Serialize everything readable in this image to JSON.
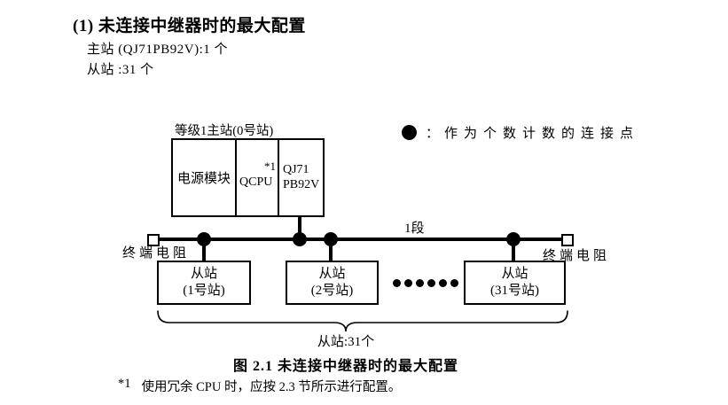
{
  "header": {
    "title": "(1) 未连接中继器时的最大配置",
    "master_line": "主站 (QJ71PB92V):1 个",
    "slave_line": "从站 :31 个"
  },
  "figure": {
    "master_station": {
      "label": "等级1主站(0号站)",
      "power_module": "电源模块",
      "cpu": "QCPU",
      "cpu_footnote_ref": "*1",
      "pb_module_line1": "QJ71",
      "pb_module_line2": "PB92V"
    },
    "legend": {
      "symbol_name": "connection-point-dot",
      "separator": "：",
      "text": "作为个数计数的连接点"
    },
    "bus": {
      "segment_label": "1段",
      "terminator_left_label": "终端电阻",
      "terminator_right_label": "终端电阻"
    },
    "slaves": [
      {
        "name": "从站",
        "station": "(1号站)"
      },
      {
        "name": "从站",
        "station": "(2号站)"
      },
      {
        "name": "从站",
        "station": "(31号站)"
      }
    ],
    "ellipsis_dot_count": 6,
    "brace_label": "从站:31个",
    "caption": "图 2.1 未连接中继器时的最大配置"
  },
  "footnote": {
    "marker": "*1",
    "text": "使用冗余 CPU 时，应按 2.3 节所示进行配置。"
  },
  "colors": {
    "ink": "#000000",
    "background": "#ffffff"
  }
}
